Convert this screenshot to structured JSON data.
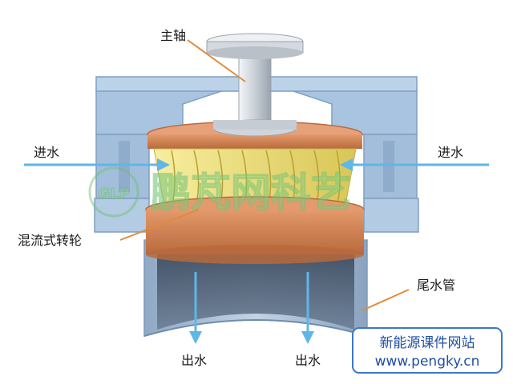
{
  "labels": {
    "main_shaft": "主轴",
    "water_in_left": "进水",
    "water_in_right": "进水",
    "runner": "混流式转轮",
    "draft_tube": "尾水管",
    "water_out_left": "出水",
    "water_out_right": "出水"
  },
  "watermark": {
    "text": "鹏芃网科艺",
    "seal_text": "GLP"
  },
  "badge": {
    "line1": "新能源课件网站",
    "line2": "www.pengky.cn"
  },
  "colors": {
    "casing": "#a9c4e0",
    "casing_dark": "#7f9fc2",
    "draft_tube": "#9fb6cf",
    "runner_band": "#d9895a",
    "runner_band_dark": "#b86a3c",
    "blades": "#f0e28a",
    "shaft": "#d8dde3",
    "flow_arrow": "#5fb6e8",
    "leader_line": "#e08a3c",
    "badge_border": "#3c78c8"
  }
}
